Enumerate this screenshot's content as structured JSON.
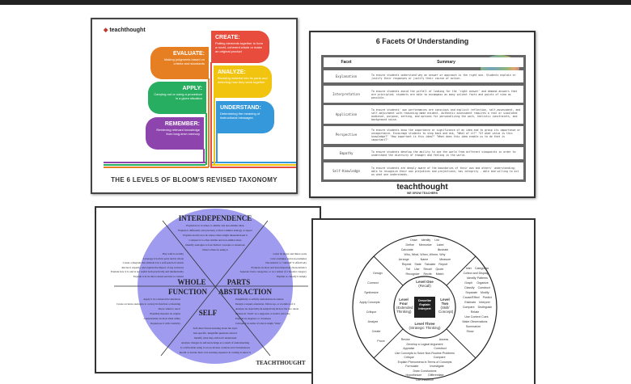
{
  "bloom": {
    "logo": "teachthought",
    "title": "THE 6 LEVELS OF BLOOM'S REVISED TAXONOMY",
    "levels": [
      {
        "name": "CREATE:",
        "desc": "Putting elements together to form a novel, coherent whole or make an original product",
        "color": "#e84c3d",
        "icon": "briefcase-icon"
      },
      {
        "name": "EVALUATE:",
        "desc": "Making judgments based on criteria and standards",
        "color": "#e67e22",
        "icon": "checklist-icon"
      },
      {
        "name": "ANALYZE:",
        "desc": "Breaking material into its parts and detecting how they work together",
        "color": "#f1c40f",
        "icon": "target-icon"
      },
      {
        "name": "APPLY:",
        "desc": "Carrying out or using a procedure in a given situation",
        "color": "#27ae60",
        "icon": "lightbulb-icon"
      },
      {
        "name": "UNDERSTAND:",
        "desc": "Determining the meaning of instructional messages",
        "color": "#3498db",
        "icon": "bar-chart-icon"
      },
      {
        "name": "REMEMBER:",
        "desc": "Retrieving relevant knowledge from long-term memory",
        "color": "#8e44ad",
        "icon": "circle-icon"
      }
    ]
  },
  "facets": {
    "title": "6 Facets Of Understanding",
    "col_facet": "Facet",
    "col_summary": "Summary",
    "rows": [
      {
        "facet": "Explanation",
        "summary": "To ensure students understand why an answer or approach is the right one. Students explain or justify their responses or justify their course of action."
      },
      {
        "facet": "Interpretation",
        "summary": "To ensure students avoid the pitfall of looking for the 'right answer' and demand answers that are principled; students are able to encompass as many salient facts and points of view as possible."
      },
      {
        "facet": "Application",
        "summary": "To ensure students' own performances are conscious and explicit reflection, self-assessment, and self-adjustment with reasoning made evident. Authentic assessment requires a real or simulated audience, purpose, setting, and options for personalizing the work, realistic constraints, and background noise."
      },
      {
        "facet": "Perspective",
        "summary": "To ensure students know the importance or significance of an idea and to grasp its importance or unimportance. Encourage students to step back and ask, \"What of it?\" \"Of what value is this knowledge?\" \"How important is this idea?\" \"What does this idea enable us to do that is important?\""
      },
      {
        "facet": "Empathy",
        "summary": "To ensure students develop the ability to see the world from different viewpoints in order to understand the diversity of thought and feeling in the world."
      },
      {
        "facet": "Self-Knowledge",
        "summary": "To ensure students are deeply aware of the boundaries of their own and others' understanding; able to recognize their own prejudices and projections; has integrity - able and willing to act on what one understands."
      }
    ],
    "logo": "teachthought",
    "tagline": "WE GROW TEACHERS"
  },
  "circle": {
    "headings": {
      "top": "INTERDEPENDENCE",
      "whole": "WHOLE",
      "parts": "PARTS",
      "function": "FUNCTION",
      "abstraction": "ABSTRACTION",
      "self": "SELF",
      "brand": "TEACHTHOUGHT"
    },
    "top_items": [
      "Explain how it relates to similar and non-similar ideas",
      "Explain it differently and precisely to find a similar analogy or aspect",
      "Explain exactly how & where others might misunderstand it",
      "Compare it to other similar and non-similar ideas",
      "Identify analogies to four distinct concepts or situations",
      "Direct others in using it"
    ],
    "whole_items": [
      "Play with it socially",
      "Leverage it both in parts and in whole",
      "Create a diagram that embeds it in a self-selected context",
      "Revise it expertly, and explain the impact of any revisions",
      "Explain how it is and is not useful both practically and intellectually",
      "Explain it in its micro detail and macro context"
    ],
    "parts_items": [
      "Label its major and minor parts",
      "Give examples and non-examples",
      "Deconstruct or \"unbuild\" it effectively",
      "Evaluate its most and least important characteristics",
      "Separate it into categories, or as a subset of a broader category",
      "Explain or classify it simply"
    ],
    "function_items": [
      "Apply it in a tailored list situations",
      "Create accurate analogies to convey its function or meaning",
      "Know when to use it",
      "Plausibly theorize its origins",
      "Contextualize its most ideal utility",
      "Repurpose it with creativity"
    ],
    "abstraction_items": [
      "Insightfully or artfully demonstrate its nature",
      "Design a sequel, extension, follow-up, or evolution of it",
      "Analyze its objectivity & subjectivity & how the two relate",
      "Debate its \"truth\" as a supporter or devil's advocate",
      "Explain its elegance or crudeness",
      "Critique it in terms of what it might \"miss\""
    ],
    "self_items": [
      "Self-direct future learning about the topic",
      "Ask specific, insightful questions about it",
      "Identify what they still don't understand",
      "Analyze changes in self-knowledge as a result of understanding",
      "Is comfortable using it across diverse contexts and circumstances",
      "Recall or narrate their own learning sequence in coming to know it"
    ]
  },
  "dok": {
    "center": [
      "Describe",
      "Explain",
      "Interpret"
    ],
    "levels": [
      {
        "title": "Level One",
        "sub": "(Recall)"
      },
      {
        "title": "Level Two",
        "sub": "(Skill/ Concept)"
      },
      {
        "title": "Level Three",
        "sub": "(Strategic Thinking)"
      },
      {
        "title": "Level Four",
        "sub": "(Extended Thinking)"
      }
    ],
    "top_words": [
      "Draw",
      "Identify",
      "List",
      "Define",
      "Label",
      "Memorize",
      "Calculate",
      "Illustrate",
      "Who, What, When, Where, Why",
      "Arrange",
      "Measure",
      "Name",
      "Repeat",
      "State",
      "Tabulate",
      "Report",
      "Tell",
      "Use",
      "Recall",
      "Quote",
      "Recognize",
      "Recite",
      "Match"
    ],
    "right_words": [
      "Infer",
      "Categorize",
      "Collect and Display",
      "Identify Patterns",
      "Graph",
      "Organize",
      "Classify",
      "Construct",
      "Separate",
      "Modify",
      "Cause/Effect",
      "Predict",
      "Estimate",
      "Interpret",
      "Compare",
      "Distinguish",
      "Relate",
      "Use Context Cues",
      "Make Observations",
      "Summarize",
      "Show"
    ],
    "bottom_words": [
      "Revise",
      "Assess",
      "Develop a Logical Argument",
      "Appraise",
      "Construct",
      "Use Concepts to Solve Non-Routine Problems",
      "Critique",
      "Compare",
      "Explain Phenomena in Terms of Concepts",
      "Formulate",
      "Investigate",
      "Draw Conclusions",
      "Hypothesize",
      "Differentiate",
      "Cite Evidence"
    ],
    "left_words": [
      "Design",
      "Connect",
      "Synthesize",
      "Apply Concepts",
      "Critique",
      "Analyze",
      "Create",
      "Prove"
    ]
  }
}
